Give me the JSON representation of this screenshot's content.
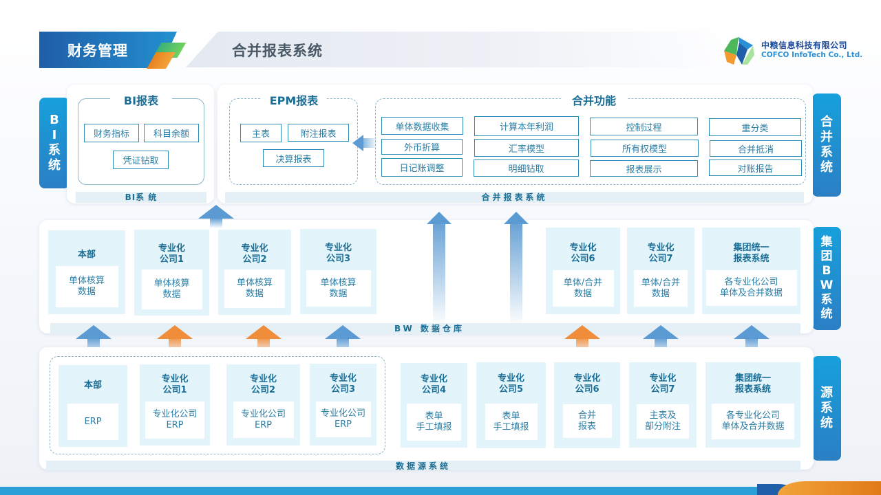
{
  "header": {
    "section_label": "财务管理",
    "page_title": "合并报表系统",
    "logo_cn": "中粮信息科技有限公司",
    "logo_en": "COFCO InfoTech Co., Ltd."
  },
  "side_labels": {
    "bi": "BI系统",
    "consolidation": "合并系统",
    "bw": "集团BW系统",
    "source": "源系统"
  },
  "top_layer": {
    "bi_panel": {
      "group_title": "BI报表",
      "items": [
        "财务指标",
        "科目余额",
        "凭证钻取"
      ],
      "footer": "BI系 统"
    },
    "epm_group": {
      "group_title": "EPM报表",
      "items": [
        "主表",
        "附注报表",
        "决算报表"
      ]
    },
    "consolidation_group": {
      "group_title": "合并功能",
      "columns": [
        [
          "单体数据收集",
          "外币折算",
          "日记账调整"
        ],
        [
          "计算本年利润",
          "汇率模型",
          "明细钻取"
        ],
        [
          "控制过程",
          "所有权模型",
          "报表展示"
        ],
        [
          "重分类",
          "合并抵消",
          "对账报告"
        ]
      ]
    },
    "footer": "合并报表系统"
  },
  "bw_layer": {
    "cards": [
      {
        "title": "本部",
        "body": "单体核算\n数据"
      },
      {
        "title": "专业化\n公司1",
        "body": "单体核算\n数据"
      },
      {
        "title": "专业化\n公司2",
        "body": "单体核算\n数据"
      },
      {
        "title": "专业化\n公司3",
        "body": "单体核算\n数据"
      },
      {
        "title": "专业化\n公司6",
        "body": "单体/合并\n数据"
      },
      {
        "title": "专业化\n公司7",
        "body": "单体/合并\n数据"
      },
      {
        "title": "集团统一\n报表系统",
        "body": "各专业化公司\n单体及合并数据"
      }
    ],
    "footer": "BW 数据仓库"
  },
  "source_layer": {
    "cards": [
      {
        "title": "本部",
        "body": "ERP"
      },
      {
        "title": "专业化\n公司1",
        "body": "专业化公司\nERP"
      },
      {
        "title": "专业化\n公司2",
        "body": "专业化公司\nERP"
      },
      {
        "title": "专业化\n公司3",
        "body": "专业化公司\nERP"
      },
      {
        "title": "专业化\n公司4",
        "body": "表单\n手工填报"
      },
      {
        "title": "专业化\n公司5",
        "body": "表单\n手工填报"
      },
      {
        "title": "专业化\n公司6",
        "body": "合并\n报表"
      },
      {
        "title": "专业化\n公司7",
        "body": "主表及\n部分附注"
      },
      {
        "title": "集团统一\n报表系统",
        "body": "各专业化公司\n单体及合并数据"
      }
    ],
    "footer": "数据源系统"
  },
  "colors": {
    "primary_blue": "#2390cf",
    "text_teal": "#1a6e96",
    "card_bg": "#e4f4fb",
    "arrow_blue": "#5b9ad2",
    "arrow_orange": "#ef8d3a"
  }
}
